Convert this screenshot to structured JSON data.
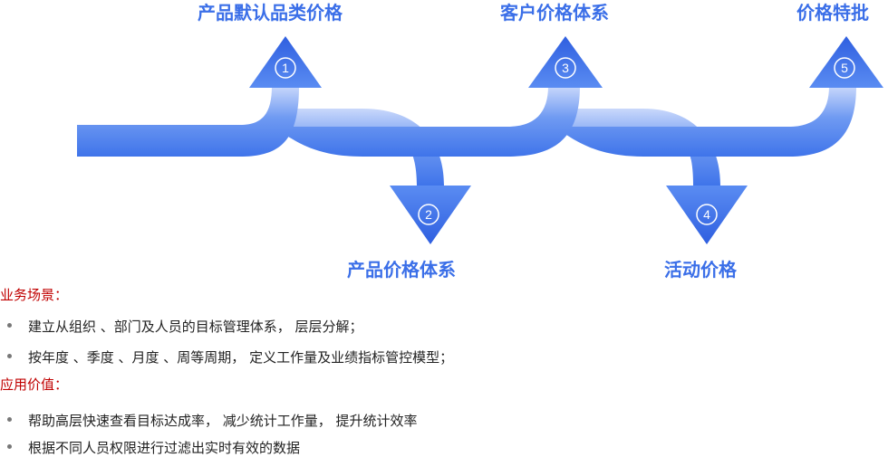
{
  "steps": [
    {
      "number": "1",
      "label": "产品默认品类价格"
    },
    {
      "number": "2",
      "label": "产品价格体系"
    },
    {
      "number": "3",
      "label": "客户价格体系"
    },
    {
      "number": "4",
      "label": "活动价格"
    },
    {
      "number": "5",
      "label": "价格特批"
    }
  ],
  "sections": [
    {
      "title": "业务场景：",
      "items": [
        "建立从组织 、部门及人员的目标管理体系， 层层分解；",
        "按年度 、季度 、月度 、周等周期， 定义工作量及业绩指标管控模型；"
      ]
    },
    {
      "title": "应用价值：",
      "items": [
        "帮助高层快速查看目标达成率， 减少统计工作量， 提升统计效率",
        "根据不同人员权限进行过滤出实时有效的数据"
      ]
    }
  ],
  "colors": {
    "accent": "#3b6fe8",
    "section_title": "#c00000",
    "body_text": "#222222"
  }
}
